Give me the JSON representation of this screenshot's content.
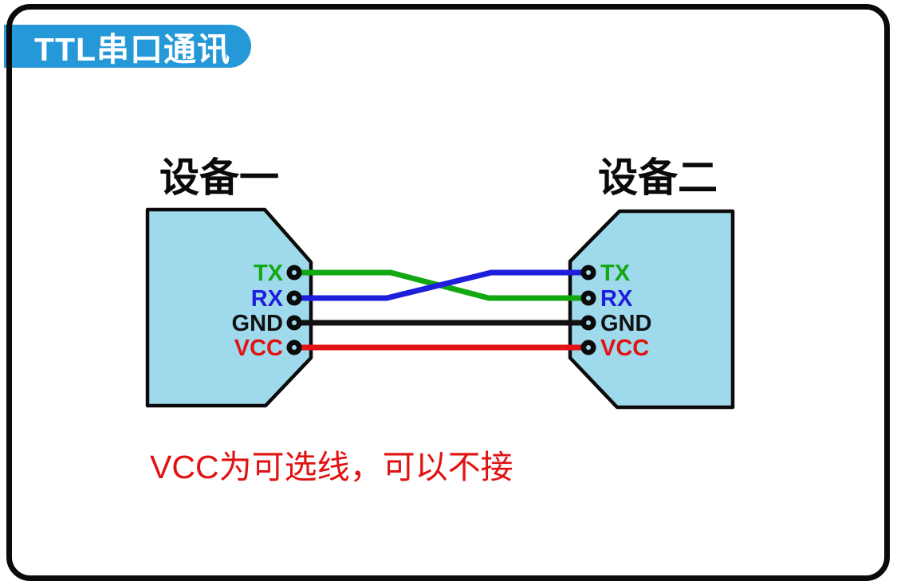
{
  "badge": {
    "label": "TTL串口通讯",
    "bg_color": "#2599d8",
    "text_color": "#ffffff"
  },
  "devices": [
    {
      "title": "设备一",
      "side": "left",
      "pins": [
        {
          "name": "TX",
          "color": "#12a812"
        },
        {
          "name": "RX",
          "color": "#1e1edc"
        },
        {
          "name": "GND",
          "color": "#111111"
        },
        {
          "name": "VCC",
          "color": "#e11212"
        }
      ]
    },
    {
      "title": "设备二",
      "side": "right",
      "pins": [
        {
          "name": "TX",
          "color": "#12a812"
        },
        {
          "name": "RX",
          "color": "#1e1edc"
        },
        {
          "name": "GND",
          "color": "#111111"
        },
        {
          "name": "VCC",
          "color": "#e11212"
        }
      ]
    }
  ],
  "wires": [
    {
      "from": "设备一 TX",
      "to": "设备二 RX",
      "color": "#12a812",
      "crossed": true
    },
    {
      "from": "设备一 RX",
      "to": "设备二 TX",
      "color": "#1e1edc",
      "crossed": true
    },
    {
      "from": "设备一 GND",
      "to": "设备二 GND",
      "color": "#111111",
      "crossed": false
    },
    {
      "from": "设备一 VCC",
      "to": "设备二 VCC",
      "color": "#e11212",
      "crossed": false
    }
  ],
  "note": {
    "text": "VCC为可选线，可以不接",
    "color": "#e11212"
  },
  "colors": {
    "device_fill": "#9fd9ec",
    "outline": "#0a0a0a",
    "frame": "#0a0a0a"
  }
}
